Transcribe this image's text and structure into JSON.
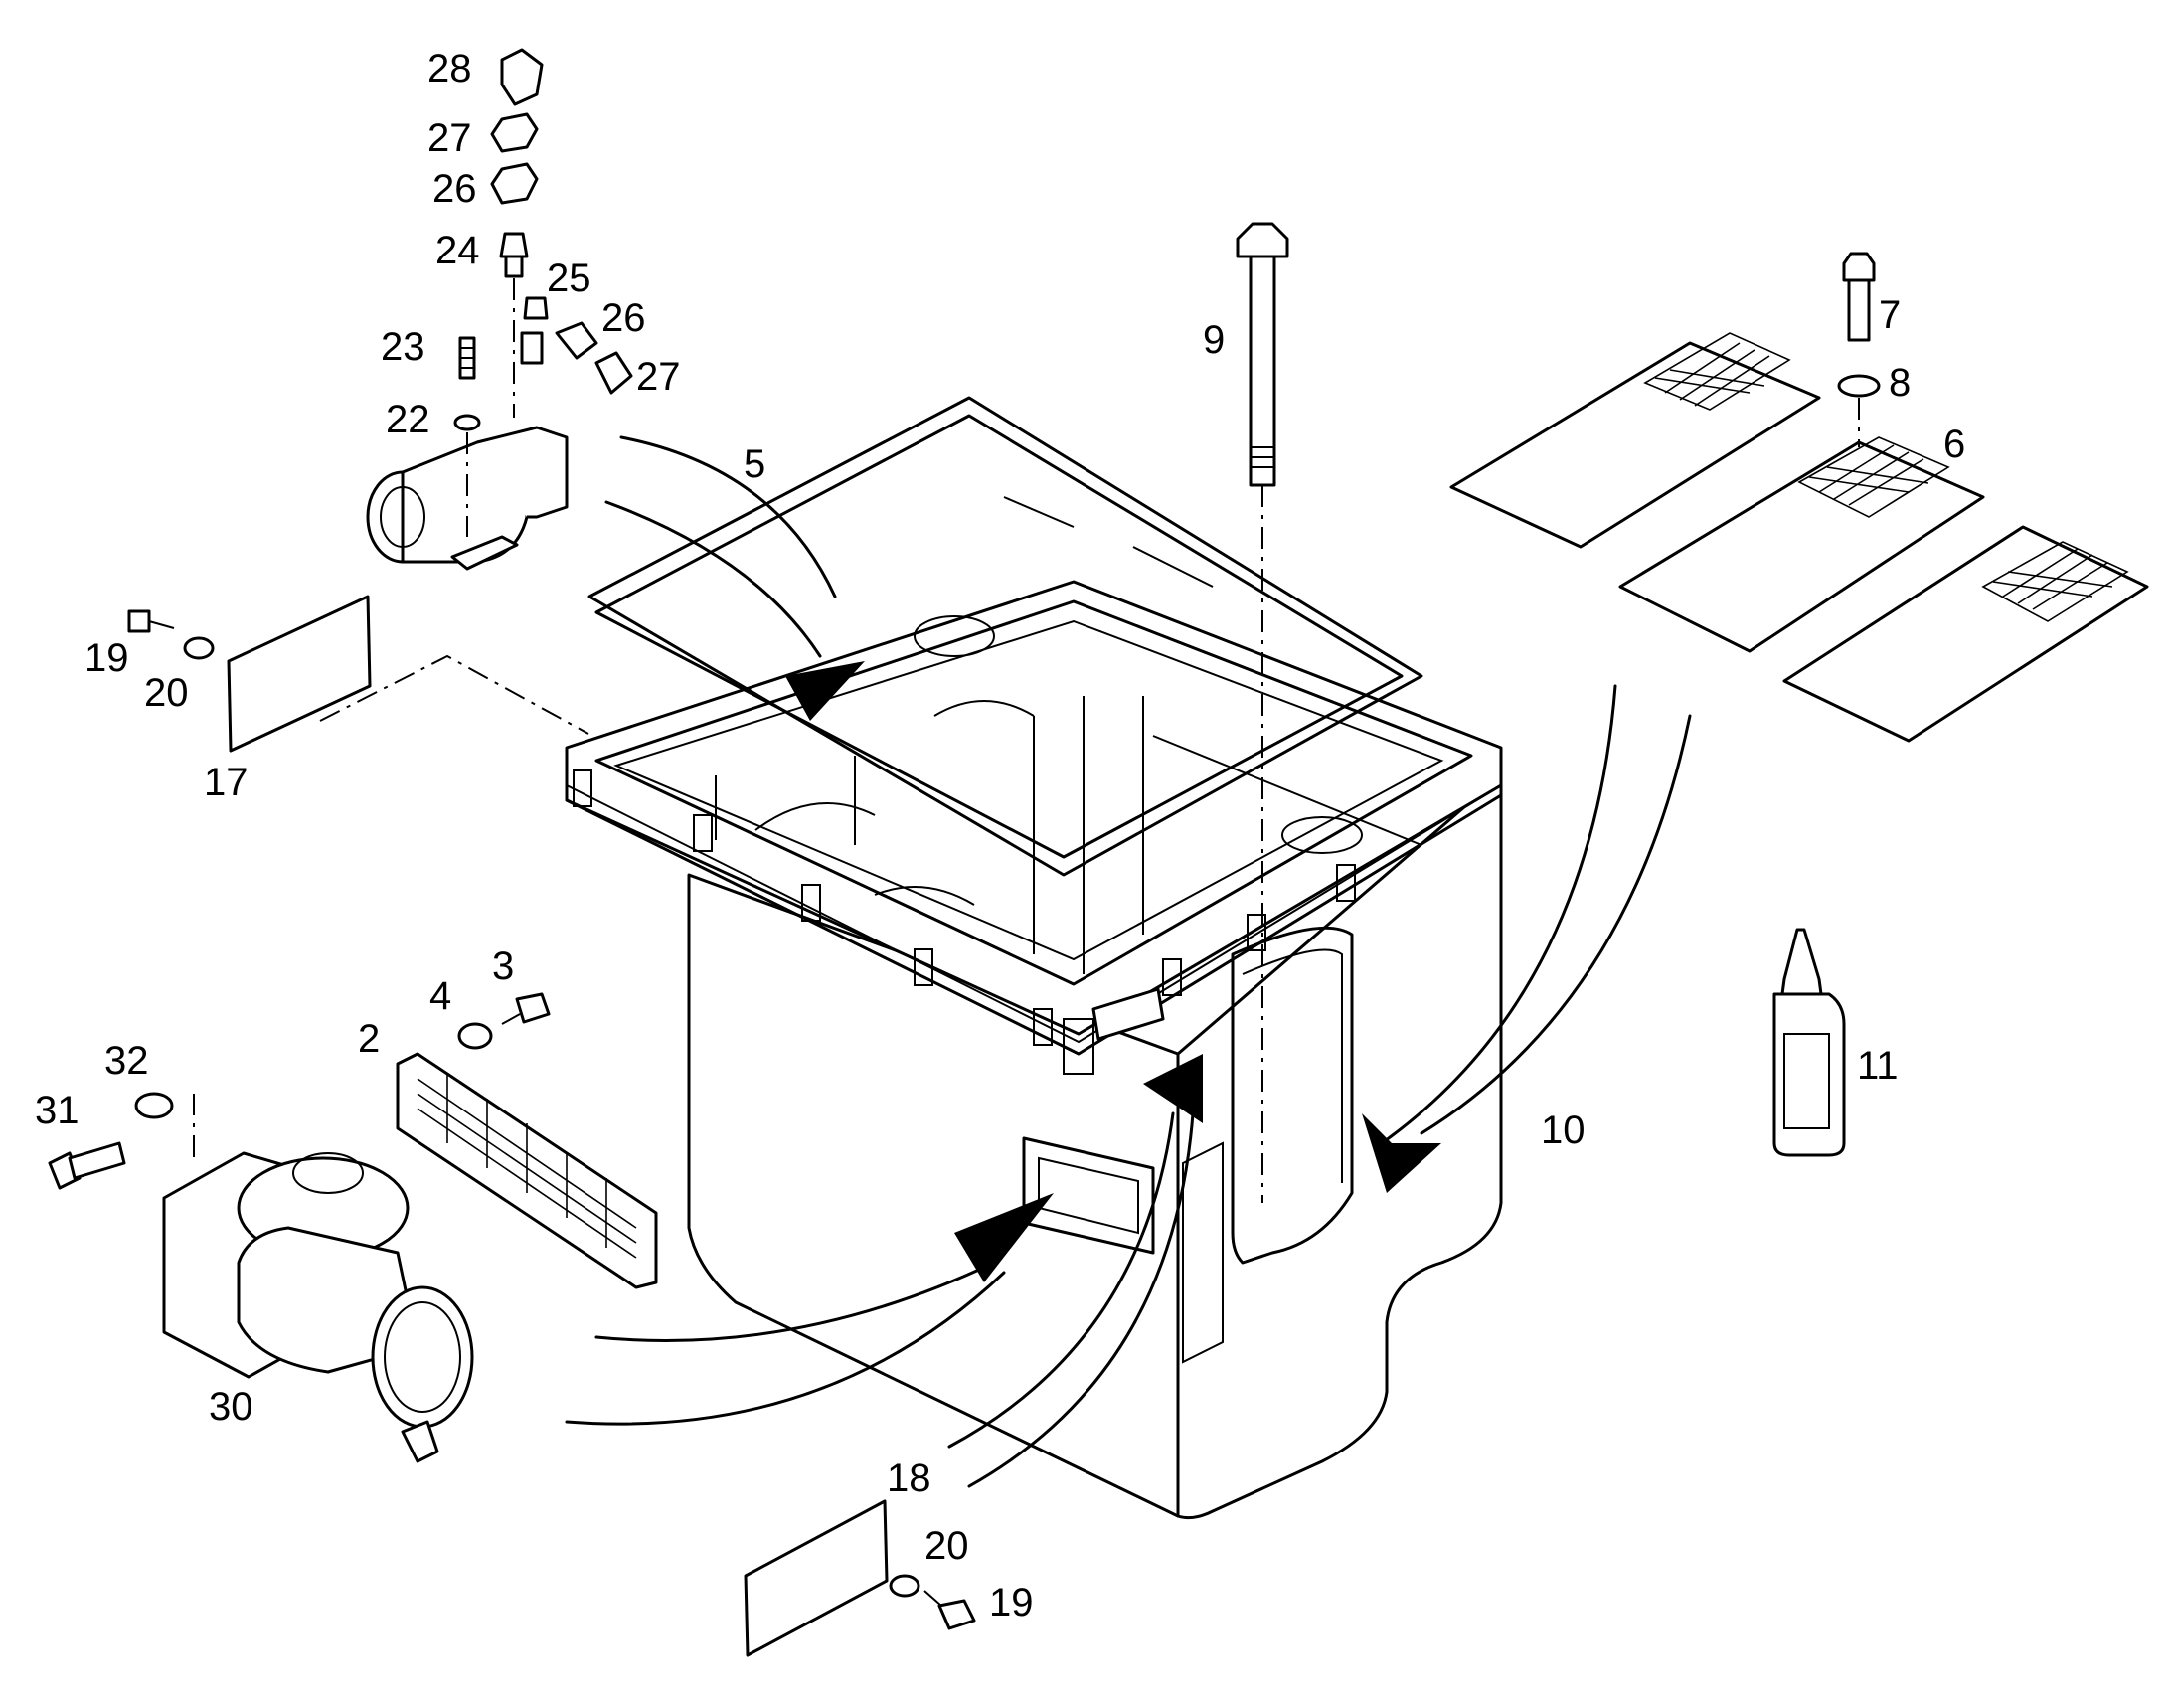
{
  "labels": {
    "p2": "2",
    "p3": "3",
    "p4": "4",
    "p5": "5",
    "p6": "6",
    "p7": "7",
    "p8": "8",
    "p9": "9",
    "p10": "10",
    "p11": "11",
    "p17": "17",
    "p18": "18",
    "p19a": "19",
    "p19b": "19",
    "p20a": "20",
    "p20b": "20",
    "p22": "22",
    "p23": "23",
    "p24": "24",
    "p25": "25",
    "p26a": "26",
    "p26b": "26",
    "p27a": "27",
    "p27b": "27",
    "p28": "28",
    "p30": "30",
    "p31": "31",
    "p32": "32"
  },
  "colors": {
    "line": "#000000",
    "background": "#ffffff"
  },
  "icons": [
    "pump-motor-icon",
    "fan-motor-icon",
    "bottle-icon"
  ]
}
